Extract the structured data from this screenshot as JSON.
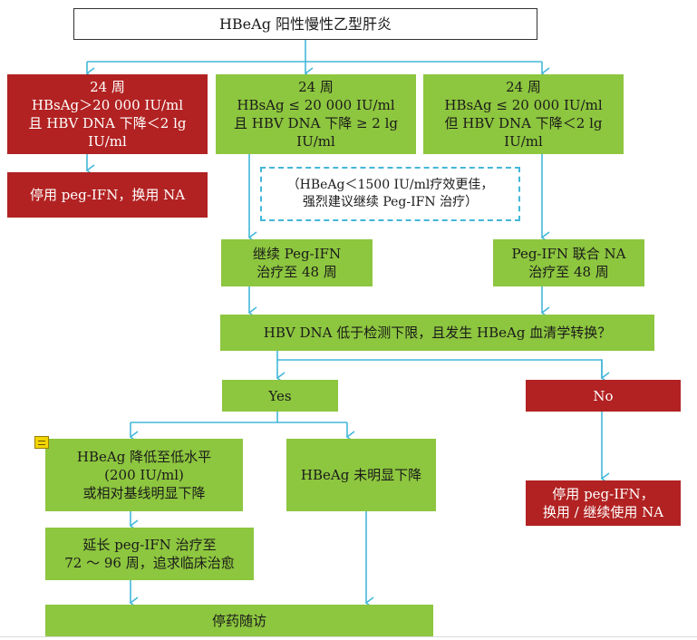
{
  "colors": {
    "green": "#8dc63f",
    "red": "#b22222",
    "arrow": "#43b7d8",
    "border": "#333333"
  },
  "title": "HBeAg 阳性慢性乙型肝炎",
  "left_condition": [
    "24 周",
    "HBsAg＞20 000 IU/ml",
    "且 HBV DNA 下降＜2 lg",
    "IU/ml"
  ],
  "middle_condition": [
    "24 周",
    "HBsAg ≤ 20 000 IU/ml",
    "且 HBV DNA 下降 ≥ 2 lg",
    "IU/ml"
  ],
  "right_condition": [
    "24 周",
    "HBsAg ≤ 20 000 IU/ml",
    "但 HBV DNA 下降＜2 lg",
    "IU/ml"
  ],
  "stop_switch_na": "停用 peg-IFN，换用 NA",
  "note": [
    "（HBeAg＜1500 IU/ml疗效更佳，",
    "强烈建议继续 Peg-IFN 治疗）"
  ],
  "continue_peg": [
    "继续 Peg-IFN",
    "治疗至 48 周"
  ],
  "combine_na": [
    "Peg-IFN 联合 NA",
    "治疗至 48 周"
  ],
  "question": "HBV DNA 低于检测下限，且发生 HBeAg 血清学转换？",
  "yes": "Yes",
  "no": "No",
  "hbeag_drop": [
    "HBeAg 降低至低水平",
    "(200 IU/ml)",
    "或相对基线明显下降"
  ],
  "hbeag_no_drop": "HBeAg 未明显下降",
  "stop_switch_continue_na": [
    "停用 peg-IFN，",
    "换用 / 继续使用 NA"
  ],
  "extend_peg": [
    "延长 peg-IFN 治疗至",
    "72 ～ 96 周，追求临床治愈"
  ],
  "stop_followup": "停药随访",
  "icons": [
    "comment-icon",
    "arrow-icon"
  ]
}
